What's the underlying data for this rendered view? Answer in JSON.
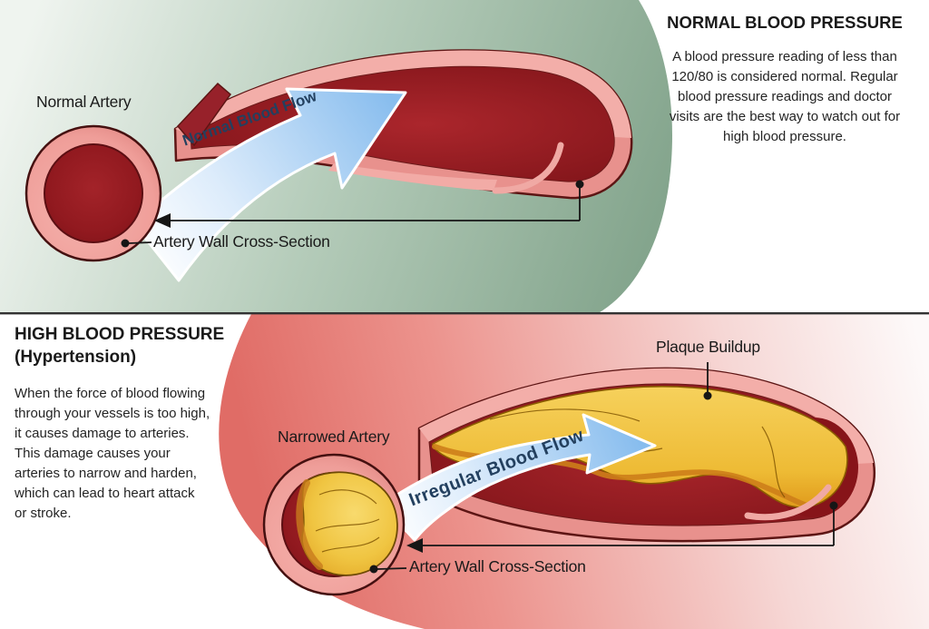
{
  "sections": {
    "normal": {
      "heading": "NORMAL BLOOD PRESSURE",
      "body": "A blood pressure reading of less than\n120/80 is considered normal. Regular\nblood pressure readings and doctor\nvisits are the best way to watch out for\nhigh blood pressure.",
      "artery_label": "Normal Artery",
      "flow_label": "Normal Blood Flow",
      "cross_section_label": "Artery Wall Cross-Section"
    },
    "hypertension": {
      "heading": "HIGH BLOOD PRESSURE\n(Hypertension)",
      "body": "When the force of blood flowing\nthrough your vessels is too high,\nit causes damage to arteries.\nThis damage causes your\narteries to narrow and harden,\nwhich can lead to heart attack\nor stroke.",
      "artery_label": "Narrowed Artery",
      "flow_label": "Irregular Blood Flow",
      "plaque_label": "Plaque Buildup",
      "cross_section_label": "Artery Wall Cross-Section"
    }
  },
  "colors": {
    "section_normal_bg": "#84a58d",
    "section_hypertension_bg": "#e4736c",
    "artery_wall_pink": "#ee9c98",
    "artery_wall_light_pink": "#f3aea9",
    "artery_lumen_red": "#8e1b20",
    "plaque_yellow": "#eec23e",
    "plaque_shadow_orange": "#cd7e1a",
    "flow_arrow_blue": "#8cc0ef",
    "flow_text_navy": "#23405f",
    "leader_line": "#161616",
    "divider": "#333333",
    "text_dark": "#1a1a1a"
  }
}
